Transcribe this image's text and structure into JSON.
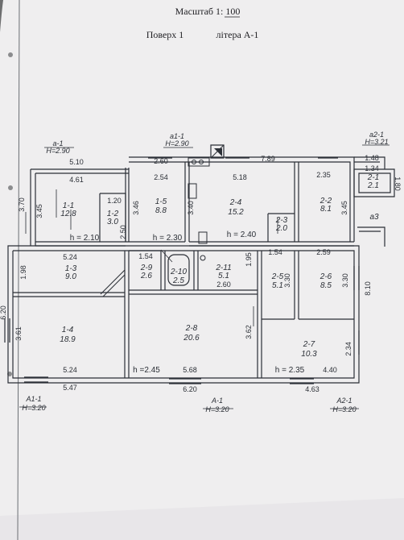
{
  "header": {
    "scale": "Масштаб 1: 100",
    "floor": "Поверх 1",
    "litera": "літера А-1"
  },
  "rooms": [
    {
      "id": "1-1",
      "area": "12.8"
    },
    {
      "id": "1-2",
      "area": "3.0"
    },
    {
      "id": "1-5",
      "area": "8.8"
    },
    {
      "id": "2-4",
      "area": "15.2"
    },
    {
      "id": "2-2",
      "area": "8.1"
    },
    {
      "id": "2-3",
      "area": "2.0"
    },
    {
      "id": "2-1",
      "area": "2.1"
    },
    {
      "id": "1-3",
      "area": "9.0"
    },
    {
      "id": "2-9",
      "area": "2.6"
    },
    {
      "id": "2-10",
      "area": "2.5"
    },
    {
      "id": "2-11",
      "area": "5.1"
    },
    {
      "id": "2-5",
      "area": "5.1"
    },
    {
      "id": "2-6",
      "area": "8.5"
    },
    {
      "id": "1-4",
      "area": "18.9"
    },
    {
      "id": "2-8",
      "area": "20.6"
    },
    {
      "id": "2-7",
      "area": "10.3"
    }
  ],
  "heights": [
    {
      "text": "h = 2.10"
    },
    {
      "text": "h = 2.30"
    },
    {
      "text": "h = 2.40"
    },
    {
      "text": "h =2.45"
    },
    {
      "text": "h = 2.35"
    }
  ],
  "dimensions": [
    "5.10",
    "4.61",
    "2.60",
    "2.54",
    "7.89",
    "5.18",
    "1.48",
    "1.34",
    "1.80",
    "2.35",
    "3.70",
    "3.45",
    "1.20",
    "3.46",
    "3.40",
    "3.45",
    "2.50",
    "5.24",
    "1.54",
    "1.54",
    "2.59",
    "1.95",
    "2.60",
    "3.30",
    "3.30",
    "8.10",
    "1.98",
    "6.20",
    "3.61",
    "3.62",
    "2.34",
    "5.24",
    "5.68",
    "4.40",
    "5.47",
    "6.20",
    "4.63"
  ],
  "annotations": [
    {
      "id": "a-1",
      "h": "H=2.90"
    },
    {
      "id": "a1-1",
      "h": "H=2.90"
    },
    {
      "id": "a2-1",
      "h": "H=3.21"
    },
    {
      "id": "a3",
      "h": ""
    },
    {
      "id": "A1-1",
      "h": "H=3.20"
    },
    {
      "id": "A-1",
      "h": "H=3.20"
    },
    {
      "id": "A2-1",
      "h": "H=3.20"
    }
  ],
  "colors": {
    "page": "#eeedee",
    "ink": "#2b2f36",
    "background": "#6d6e6f"
  }
}
